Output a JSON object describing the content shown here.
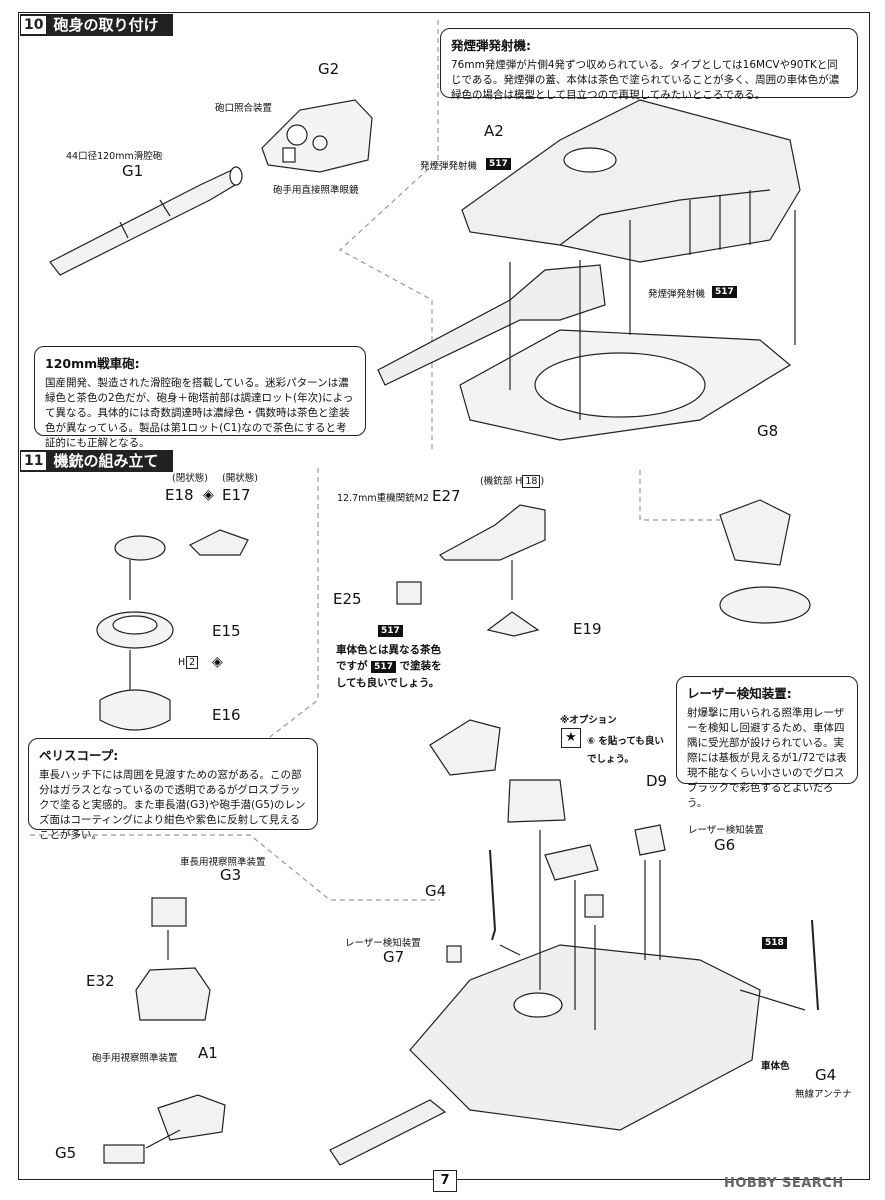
{
  "step10": {
    "number": "10",
    "title": "砲身の取り付け",
    "parts": {
      "g2": "G2",
      "g1": "G1",
      "a2": "A2",
      "g8": "G8"
    },
    "captions": {
      "muzzle_ref": "砲口照合装置",
      "barrel": "44口径120mm滑腔砲",
      "gunner_sight": "砲手用直接照準眼鏡",
      "smoke_launcher_1": "発煙弾発射機",
      "smoke_launcher_2": "発煙弾発射機"
    },
    "codes": {
      "c1": "517",
      "c2": "517"
    },
    "note_smoke": {
      "title": "発煙弾発射機:",
      "body": "76mm発煙弾が片側4発ずつ収められている。タイプとしては16MCVや90TKと同じである。発煙弾の蓋、本体は茶色で塗られていることが多く、周囲の車体色が濃緑色の場合は模型として目立つので再現してみたいところである。"
    },
    "note_gun": {
      "title": "120mm戦車砲:",
      "body": "国産開発、製造された滑腔砲を搭載している。迷彩パターンは濃緑色と茶色の2色だが、砲身＋砲塔前部は調達ロット(年次)によって異なる。具体的には奇数調達時は濃緑色・偶数時は茶色と塗装色が異なっている。製品は第1ロット(C1)なので茶色にすると考証的にも正解となる。"
    }
  },
  "step11": {
    "number": "11",
    "title": "機銃の組み立て",
    "parts": {
      "e18": "E18",
      "e17": "E17",
      "e15": "E15",
      "e16": "E16",
      "e27": "E27",
      "e25": "E25",
      "e19": "E19",
      "d9": "D9",
      "g6": "G6",
      "g4a": "G4",
      "g4b": "G4",
      "g7": "G7",
      "g3": "G3",
      "e32": "E32",
      "a1": "A1",
      "g5": "G5"
    },
    "captions": {
      "closed": "(閉状態)",
      "open": "(開状態)",
      "h2": "H",
      "h2_num": "2",
      "mg_part_prefix": "(機銃部 H",
      "mg_part_num": "18",
      "mg_part_suffix": ")",
      "mg_name": "12.7mm重機関銃M2",
      "option_title": "※オプション",
      "option_text": "⑥ を貼っても良いでしょう。",
      "laser_1": "レーザー検知装置",
      "laser_2": "レーザー検知装置",
      "cmd_sight": "車長用視察照準装置",
      "gunner_view": "砲手用視察照準装置",
      "body_color": "車体色",
      "radio_antenna": "無線アンテナ"
    },
    "codes": {
      "c517": "517",
      "c517b": "517",
      "c518": "518"
    },
    "paint_note_a": "車体色とは異なる茶色",
    "paint_note_b_pre": "ですが",
    "paint_note_b_post": "で塗装を",
    "paint_note_c": "しても良いでしょう。",
    "note_laser": {
      "title": "レーザー検知装置:",
      "body": "射爆撃に用いられる照準用レーザーを検知し回避するため、車体四隅に受光部が設けられている。実際には基板が見えるが1/72では表現不能なくらい小さいのでグロスブラックで彩色するとよいだろう。"
    },
    "note_periscope": {
      "title": "ペリスコープ:",
      "body": "車長ハッチ下には周囲を見渡すための窓がある。この部分はガラスとなっているので透明であるがグロスブラックで塗ると実感的。また車長潜(G3)や砲手潜(G5)のレンズ面はコーティングにより紺色や紫色に反射して見えることが多い。"
    }
  },
  "page_number": "7",
  "watermark": "HOBBY SEARCH"
}
